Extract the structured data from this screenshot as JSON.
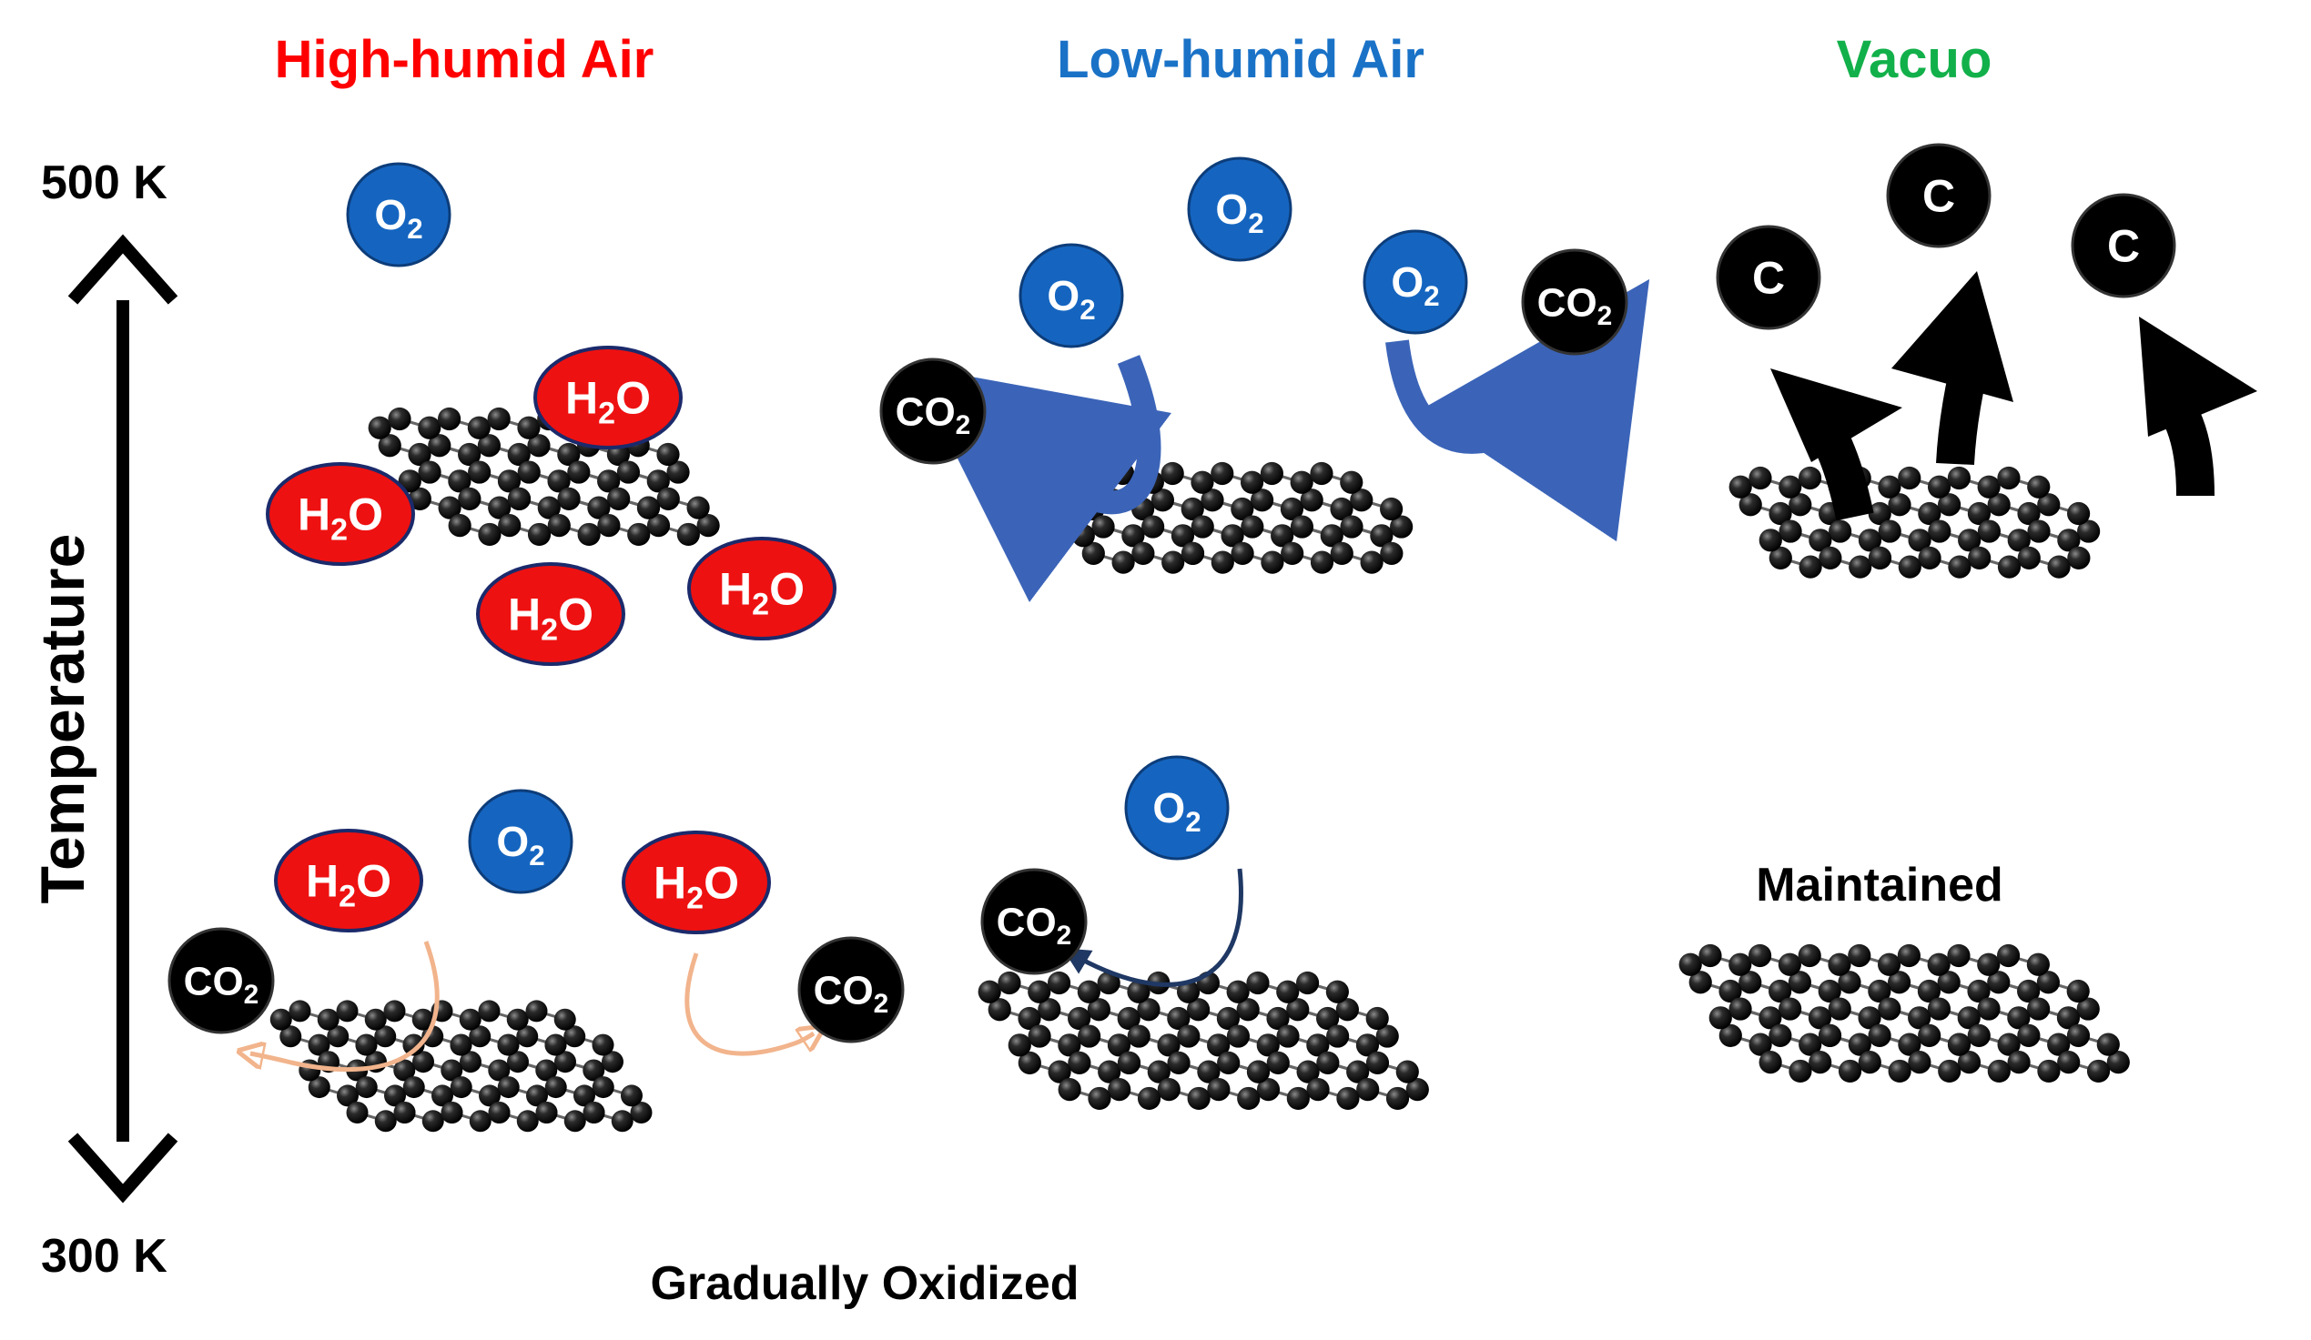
{
  "columns": {
    "high": {
      "title": "High-humid Air",
      "color": "#ff0000"
    },
    "low": {
      "title": "Low-humid Air",
      "color": "#1a72c7"
    },
    "vacuo": {
      "title": "Vacuo",
      "color": "#12b04a"
    }
  },
  "axis": {
    "label": "Temperature",
    "top": "500 K",
    "bottom": "300 K"
  },
  "notes": {
    "oxidized": "Gradually Oxidized",
    "maintained": "Maintained"
  },
  "molecules": {
    "o2": {
      "main": "O",
      "sub": "2"
    },
    "h2o": {
      "pre": "H",
      "sub": "2",
      "post": "O"
    },
    "co2": {
      "main": "CO",
      "sub": "2"
    },
    "c": {
      "main": "C"
    }
  },
  "colors": {
    "o2_fill": "#1565c0",
    "h2o_fill": "#ee1111",
    "carbon": "#111111",
    "arrow_blue": "#3b64b8",
    "arrow_peach": "#f2b48c",
    "arrow_navy": "#1f3864"
  }
}
